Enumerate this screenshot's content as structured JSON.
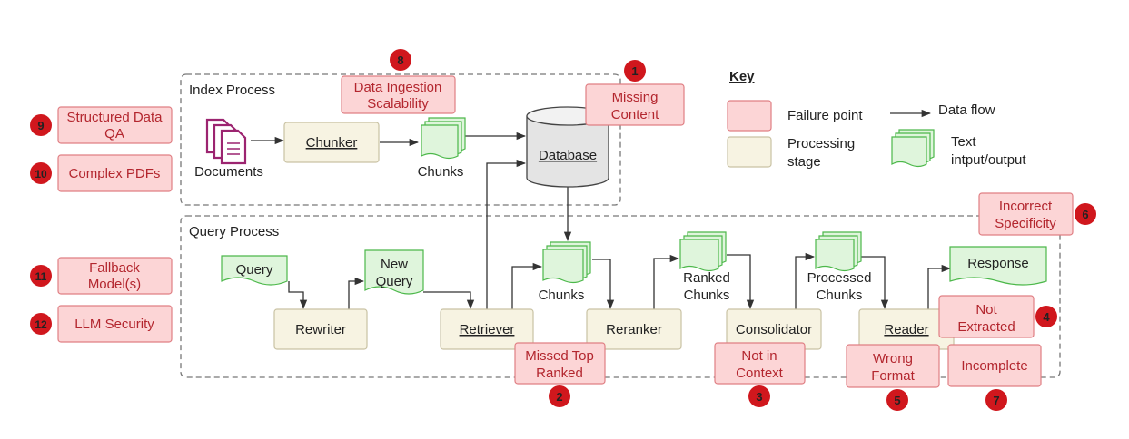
{
  "index_process": {
    "title": "Index Process",
    "documents": "Documents",
    "chunker": "Chunker",
    "chunks": "Chunks",
    "database": "Database"
  },
  "query_process": {
    "title": "Query Process",
    "query": "Query",
    "rewriter": "Rewriter",
    "new_query": [
      "New",
      "Query"
    ],
    "retriever": "Retriever",
    "chunks": "Chunks",
    "reranker": "Reranker",
    "ranked_chunks": [
      "Ranked",
      "Chunks"
    ],
    "consolidator": "Consolidator",
    "processed_chunks": [
      "Processed",
      "Chunks"
    ],
    "reader": "Reader",
    "response": "Response"
  },
  "failure_points": {
    "fp1": {
      "number": "1",
      "lines": [
        "Missing",
        "Content"
      ]
    },
    "fp2": {
      "number": "2",
      "lines": [
        "Missed Top",
        "Ranked"
      ]
    },
    "fp3": {
      "number": "3",
      "lines": [
        "Not in",
        "Context"
      ]
    },
    "fp4": {
      "number": "4",
      "lines": [
        "Not",
        "Extracted"
      ]
    },
    "fp5": {
      "number": "5",
      "lines": [
        "Wrong",
        "Format"
      ]
    },
    "fp6": {
      "number": "6",
      "lines": [
        "Incorrect",
        "Specificity"
      ]
    },
    "fp7": {
      "number": "7",
      "lines": [
        "Incomplete"
      ]
    },
    "fp8": {
      "number": "8",
      "lines": [
        "Data Ingestion",
        "Scalability"
      ]
    },
    "fp9": {
      "number": "9",
      "lines": [
        "Structured Data",
        "QA"
      ]
    },
    "fp10": {
      "number": "10",
      "lines": [
        "Complex PDFs"
      ]
    },
    "fp11": {
      "number": "11",
      "lines": [
        "Fallback",
        "Model(s)"
      ]
    },
    "fp12": {
      "number": "12",
      "lines": [
        "LLM Security"
      ]
    }
  },
  "key": {
    "title": "Key",
    "failure_point": "Failure point",
    "data_flow": "Data flow",
    "processing_stage": [
      "Processing",
      "stage"
    ],
    "text_io": [
      "Text",
      "intput/output"
    ]
  },
  "colors": {
    "failure_fill": "#fcd5d6",
    "failure_stroke": "#e07f84",
    "failure_text": "#b3262e",
    "badge": "#d0171d",
    "stage_fill": "#f7f3e2",
    "stage_stroke": "#c9c2a4",
    "doc_fill": "#dff5dc",
    "doc_stroke": "#4cb84a",
    "documents_icon": "#9c2470"
  }
}
